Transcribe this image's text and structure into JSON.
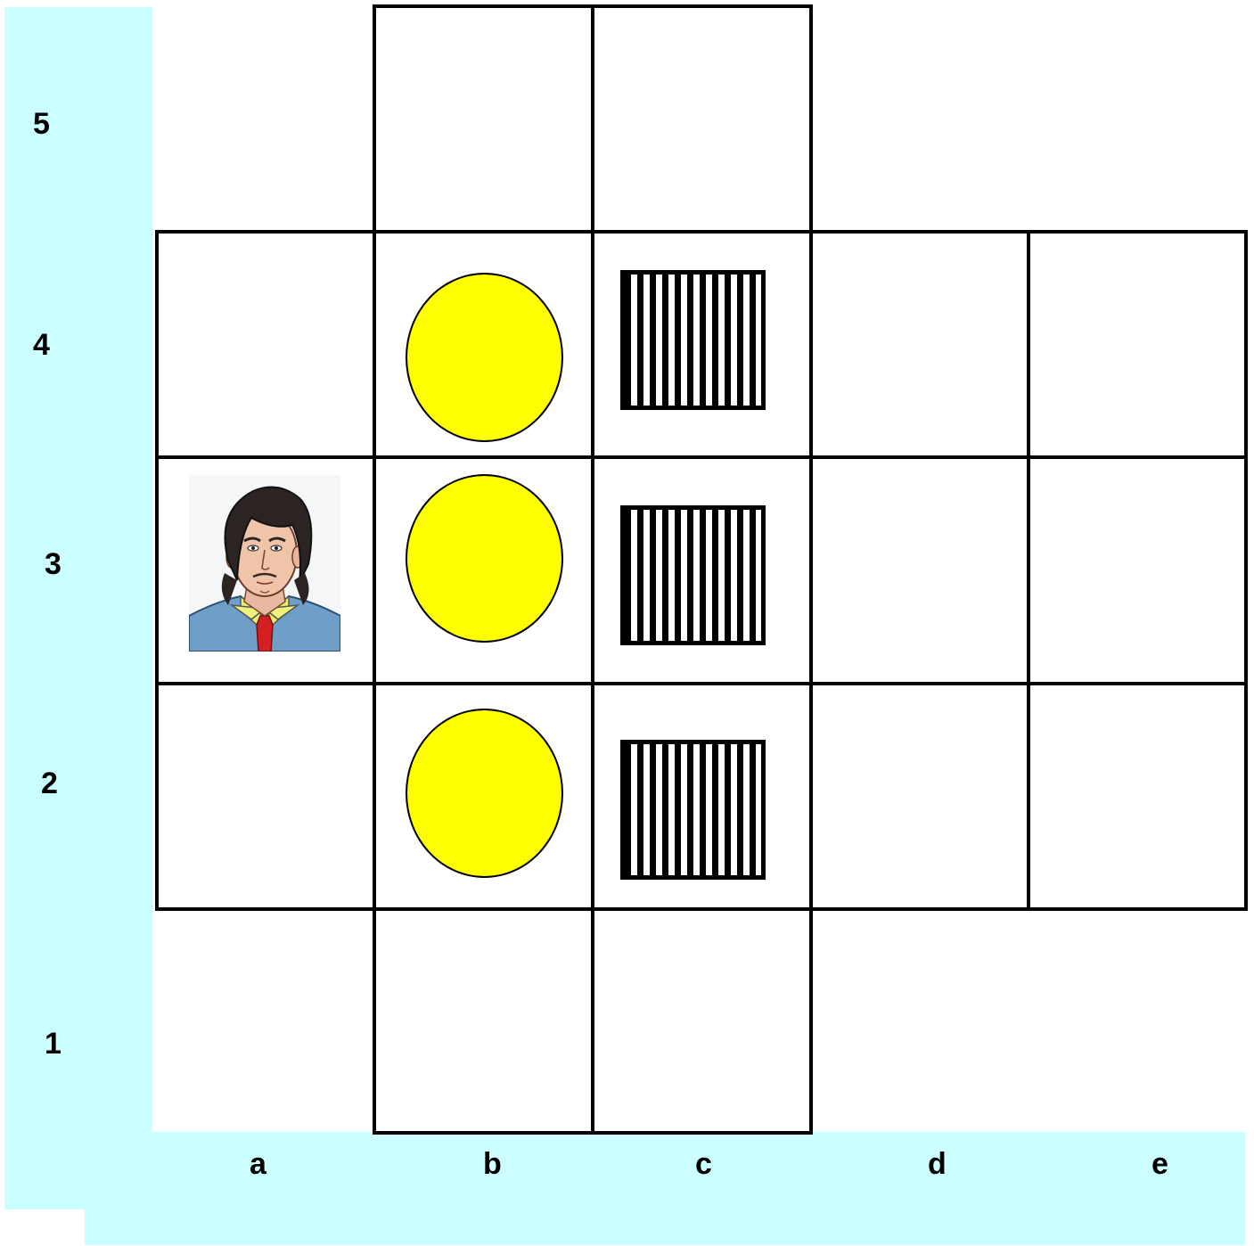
{
  "board": {
    "background": "#ffffff",
    "label_band_color": "#ccffff",
    "row_labels": [
      "5",
      "4",
      "3",
      "2",
      "1"
    ],
    "column_labels": [
      "a",
      "b",
      "c",
      "d",
      "e"
    ],
    "cells": [
      "b5",
      "c5",
      "a4",
      "b4",
      "c4",
      "d4",
      "e4",
      "a3",
      "b3",
      "c3",
      "d3",
      "e3",
      "a2",
      "b2",
      "c2",
      "d2",
      "e2",
      "b1",
      "c1"
    ]
  },
  "pieces": {
    "player": {
      "square": "a3",
      "icon": "man-portrait"
    },
    "coins": {
      "squares": [
        "b4",
        "b3",
        "b2"
      ],
      "color": "#ffff00",
      "icon": "yellow-coin"
    },
    "blocks": {
      "squares": [
        "c4",
        "c3",
        "c2"
      ],
      "icon": "checkered-block"
    }
  }
}
